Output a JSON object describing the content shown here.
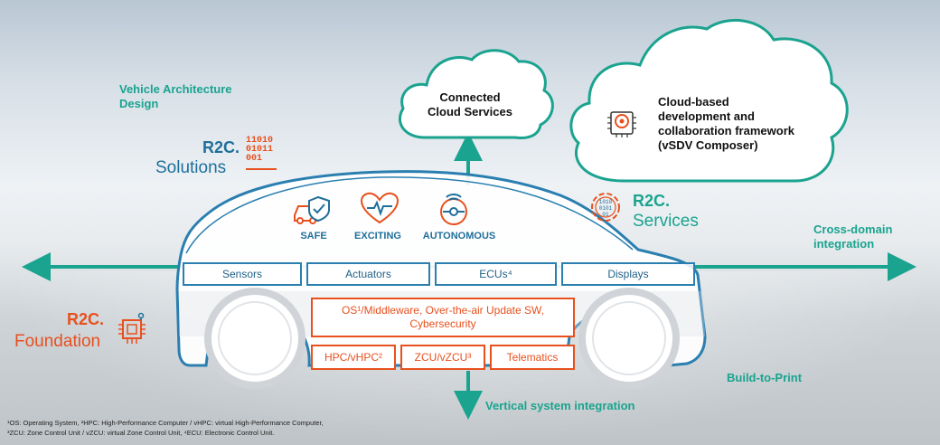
{
  "labels": {
    "vehicle_architecture": "Vehicle Architecture Design",
    "cross_domain": "Cross-domain integration",
    "build_to_print": "Build-to-Print",
    "vertical_integration": "Vertical system integration"
  },
  "solutions": {
    "brand": "R2C.",
    "name": "Solutions",
    "binary": "11010\n01011\n001"
  },
  "services": {
    "brand": "R2C.",
    "name": "Services"
  },
  "foundation": {
    "brand": "R2C.",
    "name": "Foundation"
  },
  "clouds": {
    "connected": "Connected Cloud Services",
    "framework": "Cloud-based development and collaboration framework (vSDV Composer)"
  },
  "features": [
    "SAFE",
    "EXCITING",
    "AUTONOMOUS"
  ],
  "layer_boxes": [
    "Sensors",
    "Actuators",
    "ECUs⁴",
    "Displays"
  ],
  "software_box": "OS¹/Middleware, Over-the-air Update SW, Cybersecurity",
  "hardware_boxes": [
    "HPC/vHPC²",
    "ZCU/vZCU³",
    "Telematics"
  ],
  "footnotes": [
    "¹OS: Operating System, ²HPC: High-Performance Computer / vHPC: virtual High-Performance Computer,",
    "³ZCU: Zone Control Unit / vZCU: virtual Zone Control Unit, ⁴ECU: Electronic Control Unit."
  ],
  "colors": {
    "teal": "#1aa38f",
    "blue": "#1f6f9a",
    "orange": "#e8501e",
    "box_blue": "#2a7fb0"
  },
  "icons": [
    "heart-pulse-icon",
    "car-shield-icon",
    "autonomous-steering-icon",
    "chip-gear-icon",
    "gear-binary-icon",
    "chip-icon",
    "binary-icon",
    "arrow-up-icon",
    "arrow-down-icon",
    "arrow-left-icon",
    "arrow-right-icon"
  ]
}
